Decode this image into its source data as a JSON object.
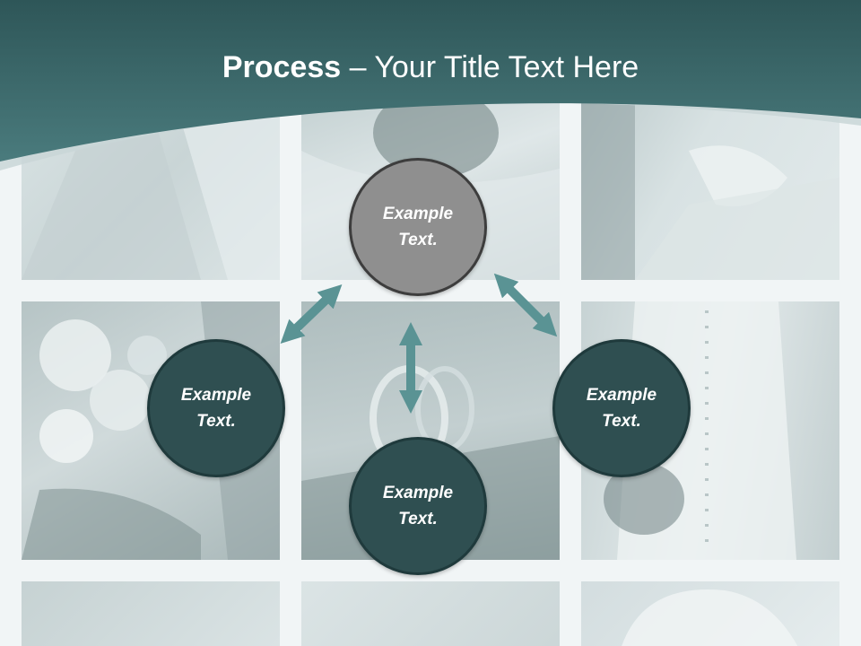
{
  "slide": {
    "title_bold": "Process",
    "title_rest": " – Your Title Text Here"
  },
  "process": {
    "nodes": [
      {
        "id": "top",
        "label": "Example Text."
      },
      {
        "id": "left",
        "label": "Example Text."
      },
      {
        "id": "right",
        "label": "Example Text."
      },
      {
        "id": "bottom",
        "label": "Example Text."
      }
    ]
  },
  "colors": {
    "header_teal": "#3f6e70",
    "arrow_teal": "#5a9394",
    "node_dark": "#2f4f51",
    "node_highlight": "#8f8f8f"
  }
}
